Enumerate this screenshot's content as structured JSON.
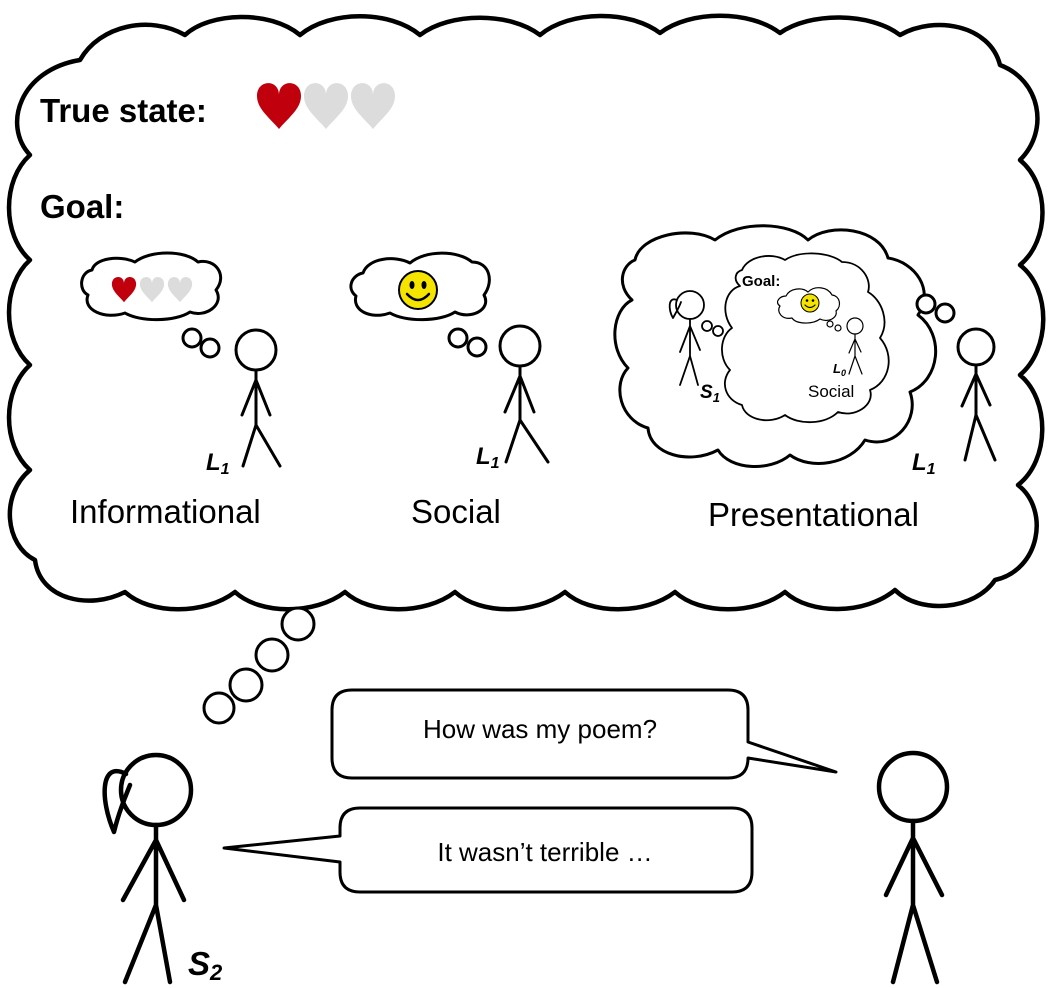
{
  "labels": {
    "true_state": "True state:",
    "goal": "Goal:",
    "inner_goal": "Goal:",
    "informational": "Informational",
    "social": "Social",
    "presentational": "Presentational",
    "inner_social": "Social"
  },
  "speakers": {
    "listener_main": "L",
    "listener_sub": "1",
    "speaker1": "S",
    "speaker1_sub": "1",
    "listener0": "L",
    "listener0_sub": "0",
    "speaker2": "S",
    "speaker2_sub": "2"
  },
  "dialogue": {
    "question": "How was my poem?",
    "answer": "It wasn’t terrible …"
  },
  "true_state": {
    "filled": 1,
    "total": 3
  },
  "colors": {
    "heart_filled": "#c0000c",
    "heart_empty": "#dcdcdc",
    "smiley_face": "#f5e400",
    "ink": "#000000"
  },
  "icons": [
    "heart-icon",
    "smiley-icon",
    "stick-figure",
    "thought-bubble",
    "speech-bubble"
  ]
}
